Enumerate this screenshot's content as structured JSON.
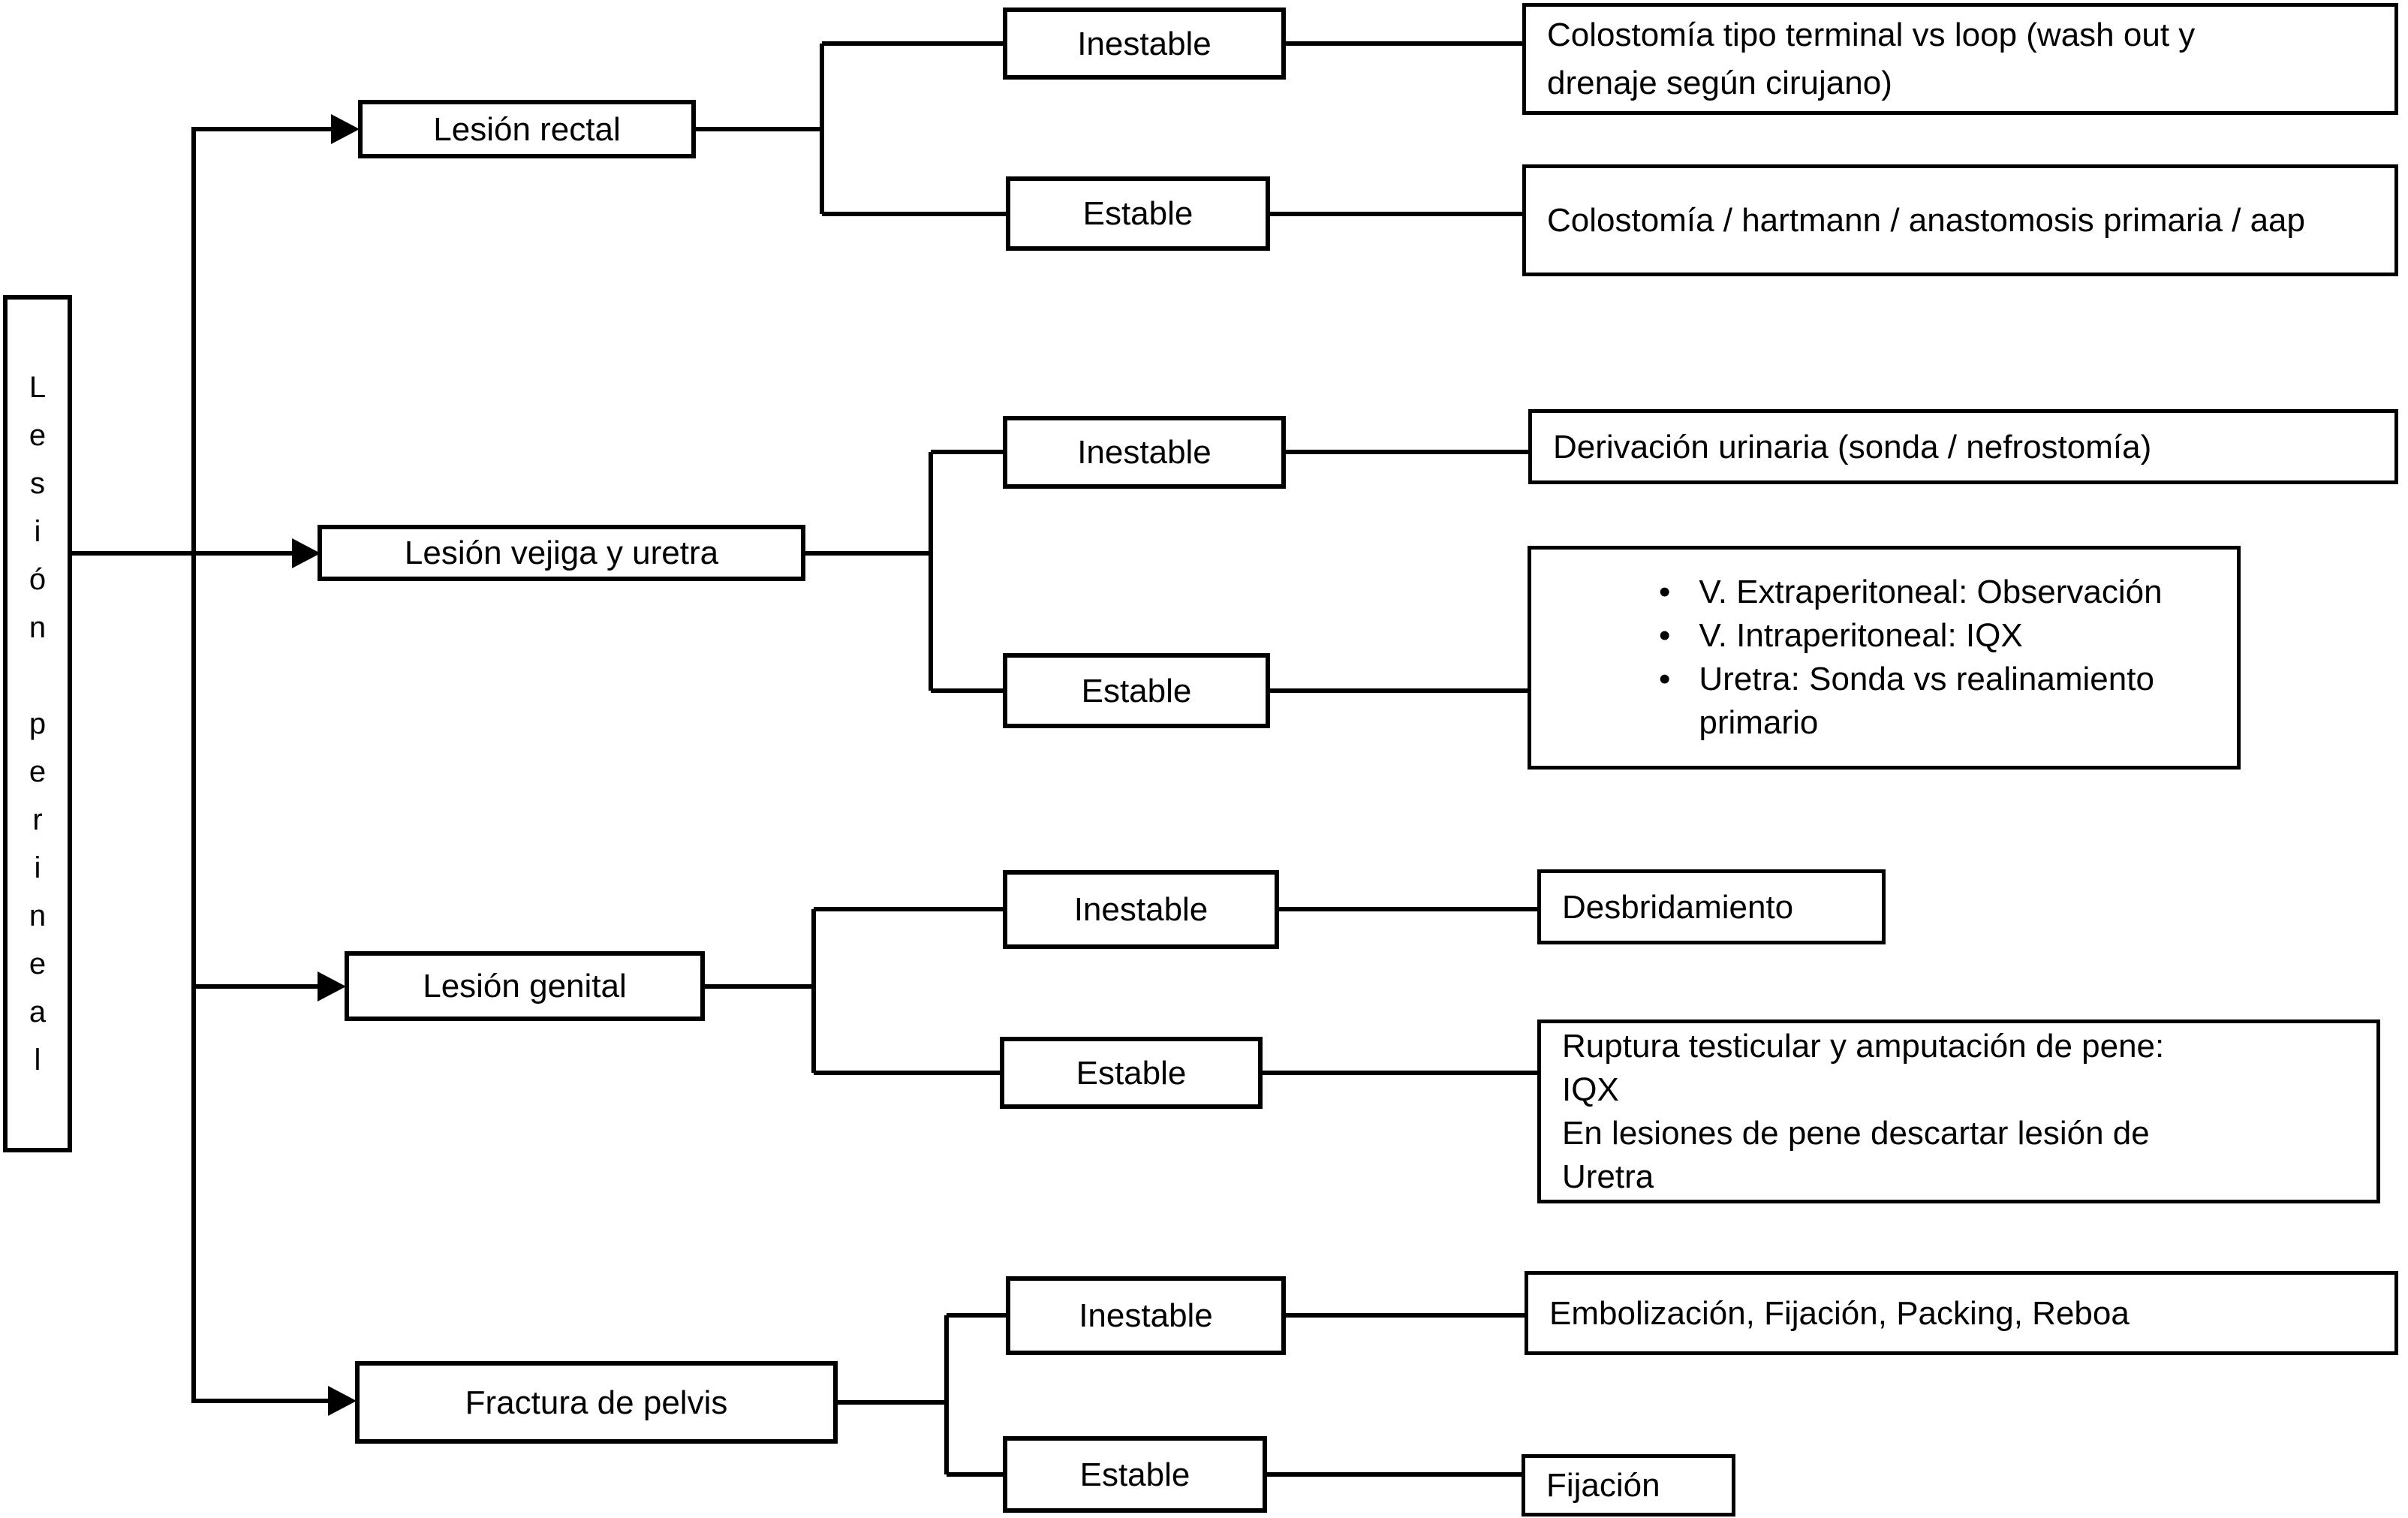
{
  "diagram": {
    "root": {
      "label": "Lesión perineal",
      "vertical_text": "L\ne\ns\ni\nó\nn\n\np\ne\nr\ni\nn\ne\na\nl"
    },
    "sections": [
      {
        "category": "Lesión rectal",
        "unstable": {
          "label": "Inestable",
          "outcome": "Colostomía tipo terminal vs loop (wash out y\ndrenaje según cirujano)"
        },
        "stable": {
          "label": "Estable",
          "outcome": "Colostomía / hartmann / anastomosis primaria / aap"
        }
      },
      {
        "category": "Lesión vejiga y uretra",
        "unstable": {
          "label": "Inestable",
          "outcome": "Derivación urinaria (sonda / nefrostomía)"
        },
        "stable": {
          "label": "Estable",
          "outcome_bullets": [
            "V. Extraperitoneal: Observación",
            "V. Intraperitoneal: IQX",
            "Uretra: Sonda vs realinamiento primario"
          ]
        }
      },
      {
        "category": "Lesión genital",
        "unstable": {
          "label": "Inestable",
          "outcome": "Desbridamiento"
        },
        "stable": {
          "label": "Estable",
          "outcome": "Ruptura testicular y amputación de pene:\nIQX\nEn lesiones de pene descartar lesión de\nUretra"
        }
      },
      {
        "category": "Fractura de pelvis",
        "unstable": {
          "label": "Inestable",
          "outcome": "Embolización, Fijación, Packing, Reboa"
        },
        "stable": {
          "label": "Estable",
          "outcome": "Fijación"
        }
      }
    ],
    "bullet_glyph": "•",
    "line_color": "#000000"
  }
}
